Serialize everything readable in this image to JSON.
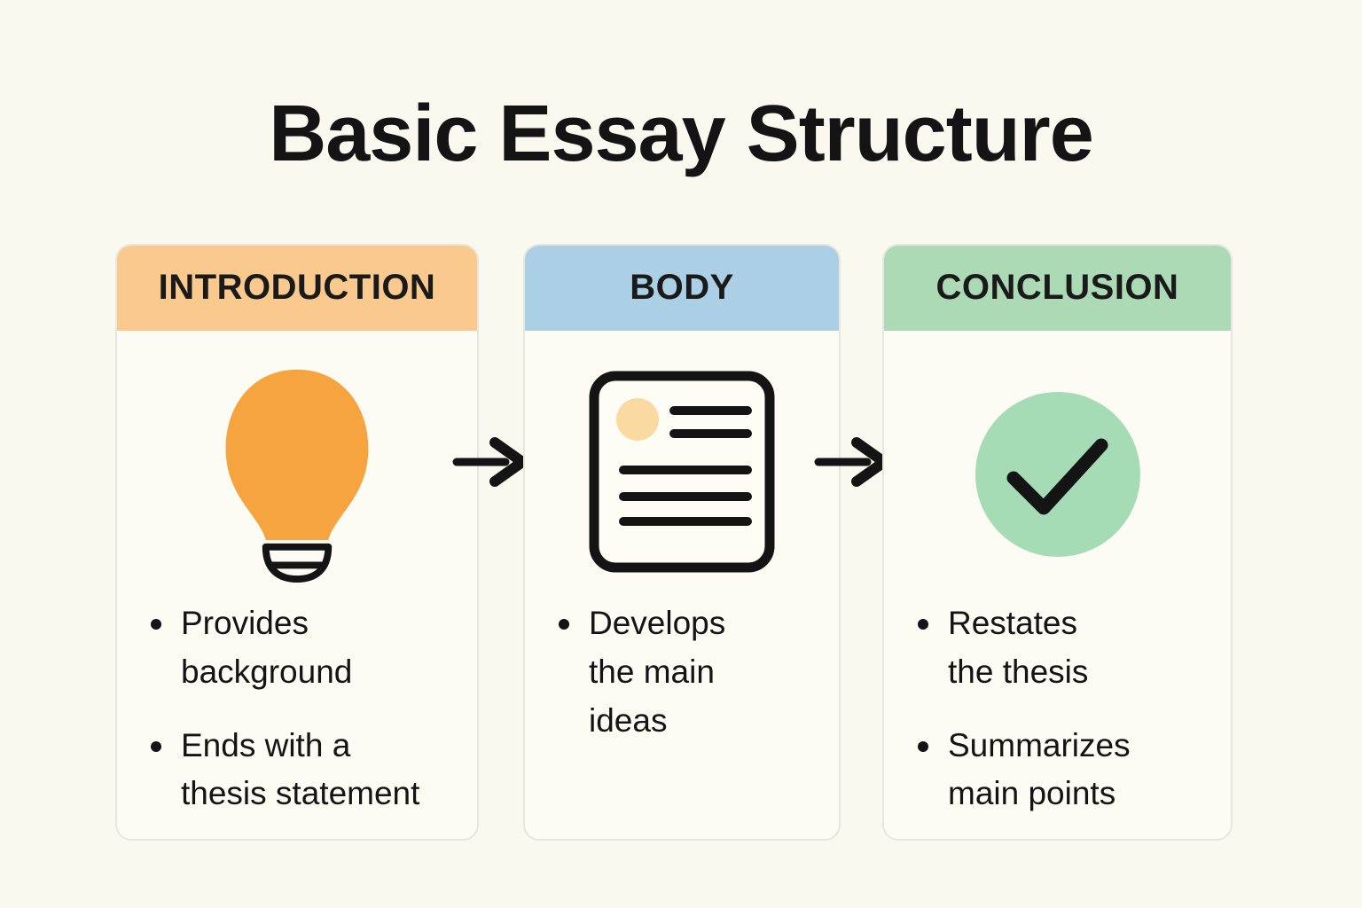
{
  "page": {
    "title": "Basic Essay Structure",
    "background_color": "#FAF9EF",
    "ink_color": "#141414"
  },
  "cards": [
    {
      "header": "INTRODUCTION",
      "header_color": "#F9C98E",
      "icon": "lightbulb-icon",
      "bullets": [
        "Provides\nbackground",
        "Ends with a\nthesis statement"
      ]
    },
    {
      "header": "BODY",
      "header_color": "#ABCFE5",
      "icon": "document-icon",
      "bullets": [
        "Develops\nthe main\nideas"
      ]
    },
    {
      "header": "CONCLUSION",
      "header_color": "#ABDAB5",
      "icon": "checkmark-icon",
      "bullets": [
        "Restates\nthe thesis",
        "Summarizes\nmain points"
      ]
    }
  ],
  "icons": {
    "bulb_color": "#F6A440",
    "document_blob_color": "#FBDAA2",
    "check_circle_color": "#A5DCB5"
  },
  "arrows": [
    {
      "name": "right-arrow"
    },
    {
      "name": "right-arrow"
    }
  ]
}
